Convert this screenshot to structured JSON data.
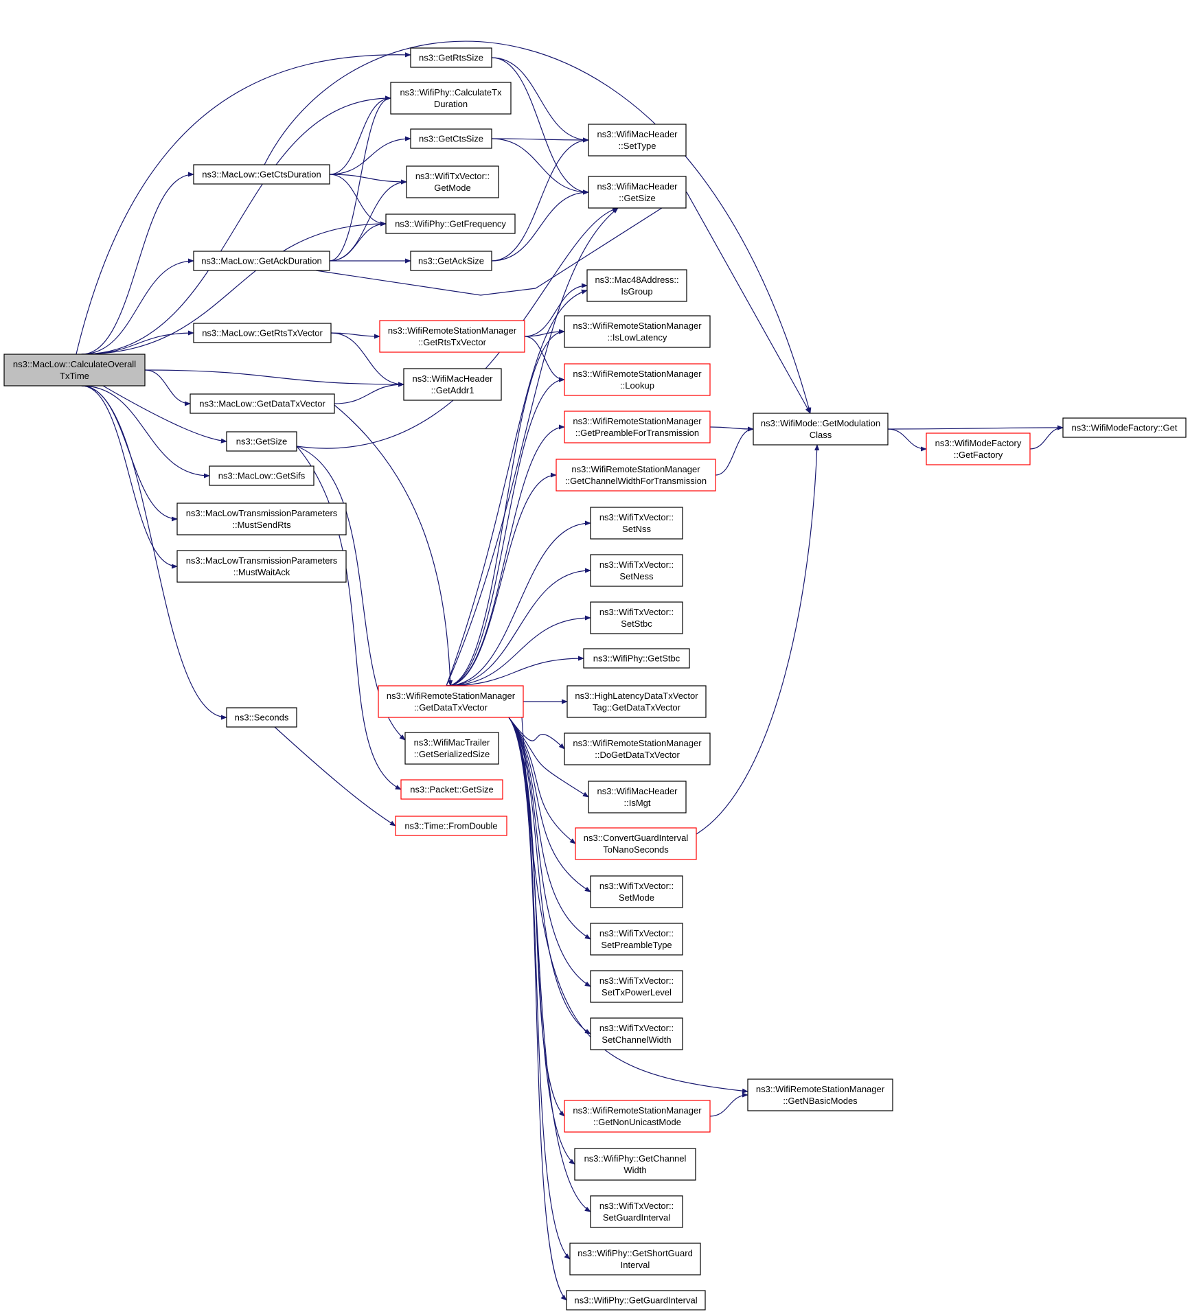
{
  "nodes": [
    {
      "id": "root",
      "lines": [
        "ns3::MacLow::CalculateOverall",
        "TxTime"
      ],
      "style": "root"
    },
    {
      "id": "getRtsSize",
      "lines": [
        "ns3::GetRtsSize"
      ],
      "style": "black"
    },
    {
      "id": "calcTxDur",
      "lines": [
        "ns3::WifiPhy::CalculateTx",
        "Duration"
      ],
      "style": "black"
    },
    {
      "id": "getCtsSize",
      "lines": [
        "ns3::GetCtsSize"
      ],
      "style": "black"
    },
    {
      "id": "getCtsDuration",
      "lines": [
        "ns3::MacLow::GetCtsDuration"
      ],
      "style": "black"
    },
    {
      "id": "txvGetMode",
      "lines": [
        "ns3::WifiTxVector::",
        "GetMode"
      ],
      "style": "black"
    },
    {
      "id": "getFrequency",
      "lines": [
        "ns3::WifiPhy::GetFrequency"
      ],
      "style": "black"
    },
    {
      "id": "getAckDuration",
      "lines": [
        "ns3::MacLow::GetAckDuration"
      ],
      "style": "black"
    },
    {
      "id": "getAckSize",
      "lines": [
        "ns3::GetAckSize"
      ],
      "style": "black"
    },
    {
      "id": "macHdrSetType",
      "lines": [
        "ns3::WifiMacHeader",
        "::SetType"
      ],
      "style": "black"
    },
    {
      "id": "macHdrGetSize",
      "lines": [
        "ns3::WifiMacHeader",
        "::GetSize"
      ],
      "style": "black"
    },
    {
      "id": "mac48IsGroup",
      "lines": [
        "ns3::Mac48Address::",
        "IsGroup"
      ],
      "style": "black"
    },
    {
      "id": "getRtsTxVectorMac",
      "lines": [
        "ns3::MacLow::GetRtsTxVector"
      ],
      "style": "black"
    },
    {
      "id": "wrsmGetRtsTxVector",
      "lines": [
        "ns3::WifiRemoteStationManager",
        "::GetRtsTxVector"
      ],
      "style": "red"
    },
    {
      "id": "wrsmIsLowLatency",
      "lines": [
        "ns3::WifiRemoteStationManager",
        "::IsLowLatency"
      ],
      "style": "black"
    },
    {
      "id": "macHdrGetAddr1",
      "lines": [
        "ns3::WifiMacHeader",
        "::GetAddr1"
      ],
      "style": "black"
    },
    {
      "id": "wrsmLookup",
      "lines": [
        "ns3::WifiRemoteStationManager",
        "::Lookup"
      ],
      "style": "red"
    },
    {
      "id": "getDataTxVectorMac",
      "lines": [
        "ns3::MacLow::GetDataTxVector"
      ],
      "style": "black"
    },
    {
      "id": "wrsmGetPreamble",
      "lines": [
        "ns3::WifiRemoteStationManager",
        "::GetPreambleForTransmission"
      ],
      "style": "red"
    },
    {
      "id": "getModulationClass",
      "lines": [
        "ns3::WifiMode::GetModulation",
        "Class"
      ],
      "style": "black"
    },
    {
      "id": "wmfGet",
      "lines": [
        "ns3::WifiModeFactory::Get"
      ],
      "style": "black"
    },
    {
      "id": "wmfGetFactory",
      "lines": [
        "ns3::WifiModeFactory",
        "::GetFactory"
      ],
      "style": "red"
    },
    {
      "id": "getSizeNs3",
      "lines": [
        "ns3::GetSize"
      ],
      "style": "black"
    },
    {
      "id": "wrsmGetChannelWidth",
      "lines": [
        "ns3::WifiRemoteStationManager",
        "::GetChannelWidthForTransmission"
      ],
      "style": "red"
    },
    {
      "id": "getSifs",
      "lines": [
        "ns3::MacLow::GetSifs"
      ],
      "style": "black"
    },
    {
      "id": "mustSendRts",
      "lines": [
        "ns3::MacLowTransmissionParameters",
        "::MustSendRts"
      ],
      "style": "black"
    },
    {
      "id": "txvSetNss",
      "lines": [
        "ns3::WifiTxVector::",
        "SetNss"
      ],
      "style": "black"
    },
    {
      "id": "mustWaitAck",
      "lines": [
        "ns3::MacLowTransmissionParameters",
        "::MustWaitAck"
      ],
      "style": "black"
    },
    {
      "id": "txvSetNess",
      "lines": [
        "ns3::WifiTxVector::",
        "SetNess"
      ],
      "style": "black"
    },
    {
      "id": "txvSetStbc",
      "lines": [
        "ns3::WifiTxVector::",
        "SetStbc"
      ],
      "style": "black"
    },
    {
      "id": "phyGetStbc",
      "lines": [
        "ns3::WifiPhy::GetStbc"
      ],
      "style": "black"
    },
    {
      "id": "wrsmGetDataTxVector",
      "lines": [
        "ns3::WifiRemoteStationManager",
        "::GetDataTxVector"
      ],
      "style": "red"
    },
    {
      "id": "hlGetDataTxVector",
      "lines": [
        "ns3::HighLatencyDataTxVector",
        "Tag::GetDataTxVector"
      ],
      "style": "black"
    },
    {
      "id": "seconds",
      "lines": [
        "ns3::Seconds"
      ],
      "style": "black"
    },
    {
      "id": "trailerSerSize",
      "lines": [
        "ns3::WifiMacTrailer",
        "::GetSerializedSize"
      ],
      "style": "black"
    },
    {
      "id": "wrsmDoGetDataTxVector",
      "lines": [
        "ns3::WifiRemoteStationManager",
        "::DoGetDataTxVector"
      ],
      "style": "black"
    },
    {
      "id": "packetGetSize",
      "lines": [
        "ns3::Packet::GetSize"
      ],
      "style": "red"
    },
    {
      "id": "macHdrIsMgt",
      "lines": [
        "ns3::WifiMacHeader",
        "::IsMgt"
      ],
      "style": "black"
    },
    {
      "id": "timeFromDouble",
      "lines": [
        "ns3::Time::FromDouble"
      ],
      "style": "red"
    },
    {
      "id": "convertGuard",
      "lines": [
        "ns3::ConvertGuardInterval",
        "ToNanoSeconds"
      ],
      "style": "red"
    },
    {
      "id": "txvSetMode",
      "lines": [
        "ns3::WifiTxVector::",
        "SetMode"
      ],
      "style": "black"
    },
    {
      "id": "txvSetPreamble",
      "lines": [
        "ns3::WifiTxVector::",
        "SetPreambleType"
      ],
      "style": "black"
    },
    {
      "id": "txvSetTxPower",
      "lines": [
        "ns3::WifiTxVector::",
        "SetTxPowerLevel"
      ],
      "style": "black"
    },
    {
      "id": "txvSetChannelWidth",
      "lines": [
        "ns3::WifiTxVector::",
        "SetChannelWidth"
      ],
      "style": "black"
    },
    {
      "id": "wrsmGetNBasic",
      "lines": [
        "ns3::WifiRemoteStationManager",
        "::GetNBasicModes"
      ],
      "style": "black"
    },
    {
      "id": "wrsmGetNonUnicast",
      "lines": [
        "ns3::WifiRemoteStationManager",
        "::GetNonUnicastMode"
      ],
      "style": "red"
    },
    {
      "id": "phyGetChannelWidth",
      "lines": [
        "ns3::WifiPhy::GetChannel",
        "Width"
      ],
      "style": "black"
    },
    {
      "id": "txvSetGuard",
      "lines": [
        "ns3::WifiTxVector::",
        "SetGuardInterval"
      ],
      "style": "black"
    },
    {
      "id": "phyGetShortGuard",
      "lines": [
        "ns3::WifiPhy::GetShortGuard",
        "Interval"
      ],
      "style": "black"
    },
    {
      "id": "phyGetGuard",
      "lines": [
        "ns3::WifiPhy::GetGuardInterval"
      ],
      "style": "black"
    }
  ],
  "edges": [
    [
      "root",
      "getRtsSize"
    ],
    [
      "root",
      "calcTxDur"
    ],
    [
      "root",
      "getCtsDuration"
    ],
    [
      "root",
      "getFrequency"
    ],
    [
      "root",
      "getAckDuration"
    ],
    [
      "root",
      "getRtsTxVectorMac"
    ],
    [
      "root",
      "macHdrGetAddr1"
    ],
    [
      "root",
      "getDataTxVectorMac"
    ],
    [
      "root",
      "getSizeNs3"
    ],
    [
      "root",
      "getSifs"
    ],
    [
      "root",
      "mustSendRts"
    ],
    [
      "root",
      "mustWaitAck"
    ],
    [
      "root",
      "seconds"
    ],
    [
      "getCtsDuration",
      "getCtsSize"
    ],
    [
      "getCtsDuration",
      "calcTxDur"
    ],
    [
      "getCtsDuration",
      "txvGetMode"
    ],
    [
      "getCtsDuration",
      "getFrequency"
    ],
    [
      "getCtsDuration",
      "getModulationClass"
    ],
    [
      "getAckDuration",
      "getAckSize"
    ],
    [
      "getAckDuration",
      "calcTxDur"
    ],
    [
      "getAckDuration",
      "txvGetMode"
    ],
    [
      "getAckDuration",
      "getFrequency"
    ],
    [
      "getAckDuration",
      "getModulationClass"
    ],
    [
      "getRtsSize",
      "macHdrSetType"
    ],
    [
      "getRtsSize",
      "macHdrGetSize"
    ],
    [
      "getCtsSize",
      "macHdrSetType"
    ],
    [
      "getCtsSize",
      "macHdrGetSize"
    ],
    [
      "getAckSize",
      "macHdrSetType"
    ],
    [
      "getAckSize",
      "macHdrGetSize"
    ],
    [
      "getRtsTxVectorMac",
      "wrsmGetRtsTxVector"
    ],
    [
      "getRtsTxVectorMac",
      "macHdrGetAddr1"
    ],
    [
      "wrsmGetRtsTxVector",
      "mac48IsGroup"
    ],
    [
      "wrsmGetRtsTxVector",
      "wrsmIsLowLatency"
    ],
    [
      "wrsmGetRtsTxVector",
      "wrsmLookup"
    ],
    [
      "getDataTxVectorMac",
      "macHdrGetAddr1"
    ],
    [
      "getDataTxVectorMac",
      "wrsmGetDataTxVector"
    ],
    [
      "getSizeNs3",
      "macHdrGetSize"
    ],
    [
      "getSizeNs3",
      "trailerSerSize"
    ],
    [
      "getSizeNs3",
      "packetGetSize"
    ],
    [
      "seconds",
      "timeFromDouble"
    ],
    [
      "wrsmGetPreamble",
      "getModulationClass"
    ],
    [
      "wrsmGetChannelWidth",
      "getModulationClass"
    ],
    [
      "convertGuard",
      "getModulationClass"
    ],
    [
      "getModulationClass",
      "wmfGet"
    ],
    [
      "getModulationClass",
      "wmfGetFactory"
    ],
    [
      "wmfGetFactory",
      "wmfGet"
    ],
    [
      "wrsmGetNonUnicast",
      "wrsmGetNBasic"
    ],
    [
      "wrsmGetDataTxVector",
      "macHdrGetSize"
    ],
    [
      "wrsmGetDataTxVector",
      "mac48IsGroup"
    ],
    [
      "wrsmGetDataTxVector",
      "wrsmIsLowLatency"
    ],
    [
      "wrsmGetDataTxVector",
      "wrsmLookup"
    ],
    [
      "wrsmGetDataTxVector",
      "wrsmGetPreamble"
    ],
    [
      "wrsmGetDataTxVector",
      "wrsmGetChannelWidth"
    ],
    [
      "wrsmGetDataTxVector",
      "txvSetNss"
    ],
    [
      "wrsmGetDataTxVector",
      "txvSetNess"
    ],
    [
      "wrsmGetDataTxVector",
      "txvSetStbc"
    ],
    [
      "wrsmGetDataTxVector",
      "phyGetStbc"
    ],
    [
      "wrsmGetDataTxVector",
      "hlGetDataTxVector"
    ],
    [
      "wrsmGetDataTxVector",
      "wrsmDoGetDataTxVector"
    ],
    [
      "wrsmGetDataTxVector",
      "macHdrIsMgt"
    ],
    [
      "wrsmGetDataTxVector",
      "convertGuard"
    ],
    [
      "wrsmGetDataTxVector",
      "txvSetMode"
    ],
    [
      "wrsmGetDataTxVector",
      "txvSetPreamble"
    ],
    [
      "wrsmGetDataTxVector",
      "txvSetTxPower"
    ],
    [
      "wrsmGetDataTxVector",
      "txvSetChannelWidth"
    ],
    [
      "wrsmGetDataTxVector",
      "wrsmGetNBasic"
    ],
    [
      "wrsmGetDataTxVector",
      "wrsmGetNonUnicast"
    ],
    [
      "wrsmGetDataTxVector",
      "phyGetChannelWidth"
    ],
    [
      "wrsmGetDataTxVector",
      "txvSetGuard"
    ],
    [
      "wrsmGetDataTxVector",
      "phyGetShortGuard"
    ],
    [
      "wrsmGetDataTxVector",
      "phyGetGuard"
    ]
  ],
  "colors": {
    "edge": "#191970",
    "root_fill": "#bfbfbf",
    "border": "#000000",
    "red_border": "#ff0000"
  }
}
